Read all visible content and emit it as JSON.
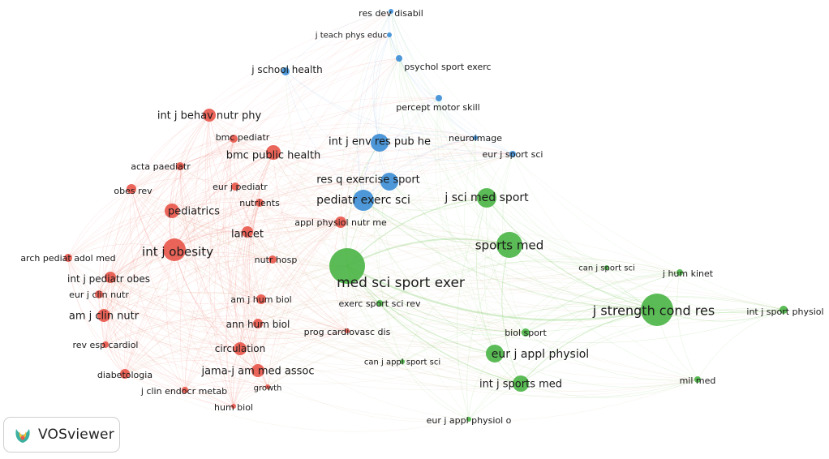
{
  "app": {
    "logo_text": "VOSviewer"
  },
  "colors": {
    "red": "#e8584c",
    "green": "#4db548",
    "blue": "#3f8fd6",
    "red_edge": "#ef8a80",
    "green_edge": "#86cf6f",
    "blue_edge": "#8dbde8",
    "mix_edge": "#d3b58a"
  },
  "clusters": [
    "red",
    "green",
    "blue"
  ],
  "nodes": [
    {
      "id": "res-dev-disabil",
      "label": "res dev disabil",
      "c": "blue",
      "w": 1
    },
    {
      "id": "j-teach-phys-educ",
      "label": "j teach phys educ",
      "c": "blue",
      "w": 1
    },
    {
      "id": "psychol-sport-exerc",
      "label": "psychol sport exerc",
      "c": "blue",
      "w": 2
    },
    {
      "id": "j-school-health",
      "label": "j school health",
      "c": "blue",
      "w": 2
    },
    {
      "id": "percept-motor-skill",
      "label": "percept motor skill",
      "c": "blue",
      "w": 2
    },
    {
      "id": "int-j-behav-nutr-phy",
      "label": "int j behav nutr phy",
      "c": "red",
      "w": 3
    },
    {
      "id": "bmc-pediatr",
      "label": "bmc pediatr",
      "c": "red",
      "w": 2
    },
    {
      "id": "bmc-public-health",
      "label": "bmc public health",
      "c": "red",
      "w": 4
    },
    {
      "id": "neuroimage",
      "label": "neuroimage",
      "c": "blue",
      "w": 1
    },
    {
      "id": "int-j-env-res-pub-he",
      "label": "int j env res pub he",
      "c": "blue",
      "w": 5
    },
    {
      "id": "eur-j-sport-sci",
      "label": "eur j sport sci",
      "c": "blue",
      "w": 2
    },
    {
      "id": "acta-paediatr",
      "label": "acta paediatr",
      "c": "red",
      "w": 2
    },
    {
      "id": "res-q-exercise-sport",
      "label": "res q exercise sport",
      "c": "blue",
      "w": 4
    },
    {
      "id": "eur-j-pediatr",
      "label": "eur j pediatr",
      "c": "red",
      "w": 2
    },
    {
      "id": "obes-rev",
      "label": "obes rev",
      "c": "red",
      "w": 2
    },
    {
      "id": "pediatr-exerc-sci",
      "label": "pediatr exerc sci",
      "c": "blue",
      "w": 6
    },
    {
      "id": "j-sci-med-sport",
      "label": "j sci med sport",
      "c": "green",
      "w": 5
    },
    {
      "id": "nutrients",
      "label": "nutrients",
      "c": "red",
      "w": 2
    },
    {
      "id": "pediatrics",
      "label": "pediatrics",
      "c": "red",
      "w": 4
    },
    {
      "id": "appl-physiol-nutr-me",
      "label": "appl physiol nutr me",
      "c": "red",
      "w": 3
    },
    {
      "id": "lancet",
      "label": "lancet",
      "c": "red",
      "w": 3
    },
    {
      "id": "sports-med",
      "label": "sports med",
      "c": "green",
      "w": 7
    },
    {
      "id": "int-j-obesity",
      "label": "int j obesity",
      "c": "red",
      "w": 8
    },
    {
      "id": "arch-pediat-adol-med",
      "label": "arch pediat adol med",
      "c": "red",
      "w": 2
    },
    {
      "id": "nutr-hosp",
      "label": "nutr hosp",
      "c": "red",
      "w": 2
    },
    {
      "id": "can-j-sport-sci",
      "label": "can j sport sci",
      "c": "green",
      "w": 1
    },
    {
      "id": "j-hum-kinet",
      "label": "j hum kinet",
      "c": "green",
      "w": 2
    },
    {
      "id": "int-j-pediatr-obes",
      "label": "int j pediatr obes",
      "c": "red",
      "w": 3
    },
    {
      "id": "med-sci-sport-exer",
      "label": "med sci sport exer",
      "c": "green",
      "w": 10
    },
    {
      "id": "eur-j-clin-nutr",
      "label": "eur j clin nutr",
      "c": "red",
      "w": 2
    },
    {
      "id": "am-j-hum-biol",
      "label": "am j hum biol",
      "c": "red",
      "w": 2
    },
    {
      "id": "exerc-sport-sci-rev",
      "label": "exerc sport sci rev",
      "c": "green",
      "w": 2
    },
    {
      "id": "j-strength-cond-res",
      "label": "j strength cond res",
      "c": "green",
      "w": 9
    },
    {
      "id": "int-j-sport-physiol",
      "label": "int j sport physiol",
      "c": "green",
      "w": 3
    },
    {
      "id": "am-j-clin-nutr",
      "label": "am j clin nutr",
      "c": "red",
      "w": 3
    },
    {
      "id": "ann-hum-biol",
      "label": "ann hum biol",
      "c": "red",
      "w": 2
    },
    {
      "id": "prog-cardiovasc-dis",
      "label": "prog cardiovasc dis",
      "c": "red",
      "w": 1
    },
    {
      "id": "biol-sport",
      "label": "biol sport",
      "c": "green",
      "w": 3
    },
    {
      "id": "rev-esp-cardiol",
      "label": "rev esp cardiol",
      "c": "red",
      "w": 1
    },
    {
      "id": "circulation",
      "label": "circulation",
      "c": "red",
      "w": 3
    },
    {
      "id": "eur-j-appl-physiol",
      "label": "eur j appl physiol",
      "c": "green",
      "w": 5
    },
    {
      "id": "can-j-appl-sport-sci",
      "label": "can j appl sport sci",
      "c": "green",
      "w": 1
    },
    {
      "id": "jama-j-am-med-assoc",
      "label": "jama-j am med assoc",
      "c": "red",
      "w": 3
    },
    {
      "id": "diabetologia",
      "label": "diabetologia",
      "c": "red",
      "w": 2
    },
    {
      "id": "int-j-sports-med",
      "label": "int j sports med",
      "c": "green",
      "w": 5
    },
    {
      "id": "growth",
      "label": "growth",
      "c": "red",
      "w": 1
    },
    {
      "id": "j-clin-endocr-metab",
      "label": "j clin endocr metab",
      "c": "red",
      "w": 1
    },
    {
      "id": "mil-med",
      "label": "mil med",
      "c": "green",
      "w": 1
    },
    {
      "id": "hum-biol",
      "label": "hum biol",
      "c": "red",
      "w": 1
    },
    {
      "id": "eur-j-appl-physiol-o",
      "label": "eur j appl physiol o",
      "c": "green",
      "w": 1
    }
  ]
}
